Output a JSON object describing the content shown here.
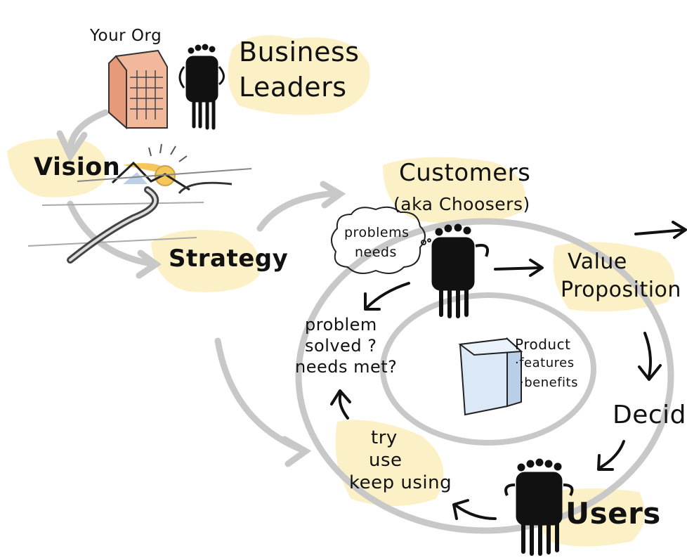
{
  "labels": {
    "your_org": "Your Org",
    "business_leaders_1": "Business",
    "business_leaders_2": "Leaders",
    "vision": "Vision",
    "strategy": "Strategy",
    "customers": "Customers",
    "aka_choosers": "(aka Choosers)",
    "problems": "problems",
    "needs": "needs",
    "value_prop_1": "Value",
    "value_prop_2": "Proposition",
    "product": "Product",
    "features": "·features",
    "benefits": "·benefits",
    "problem_solved_1": "problem",
    "problem_solved_2": "solved ?",
    "problem_solved_3": "needs met?",
    "decide": "Decide",
    "try": "try",
    "use": "use",
    "keep_using": "keep using",
    "users": "Users"
  },
  "colors": {
    "highlight": "#fbf0c6",
    "grey_arrow": "#c8c8c8",
    "building": "#f2b89c",
    "product_box": "#dbe8f6",
    "ink": "#111111"
  }
}
